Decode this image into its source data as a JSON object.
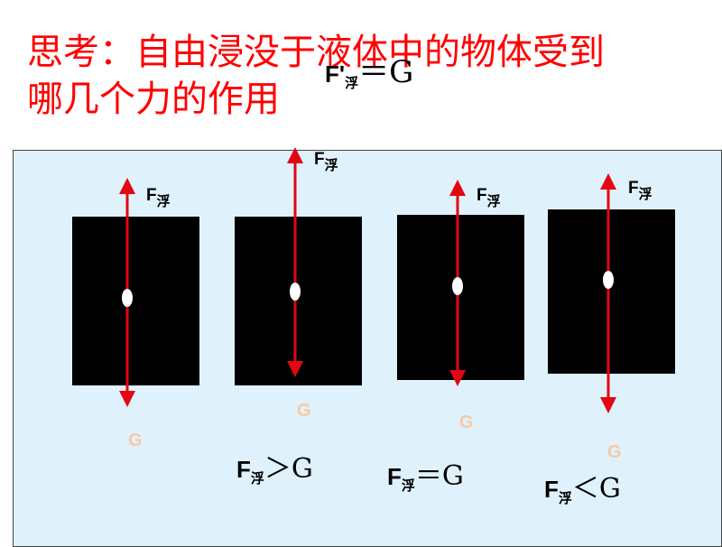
{
  "title": {
    "line1": "思考：自由浸没于液体中的物体受到",
    "line2": "哪几个力的作用"
  },
  "overlay": {
    "f": "F'",
    "sub": "浮",
    "rest": "＝G"
  },
  "labels": {
    "buoyancy_f": "F",
    "buoyancy_sub": "浮",
    "gravity": "G"
  },
  "relations": {
    "greater": {
      "f": "F",
      "sub": "浮",
      "rest": "＞G"
    },
    "equal": {
      "f": "F",
      "sub": "浮",
      "rest": "＝G"
    },
    "less": {
      "f": "F",
      "sub": "浮",
      "rest": "＜G"
    }
  },
  "colors": {
    "arrow": "#e30613",
    "title": "#ff0000",
    "panel": "#dff1fb",
    "gravity_label": "#f7c9a6"
  }
}
